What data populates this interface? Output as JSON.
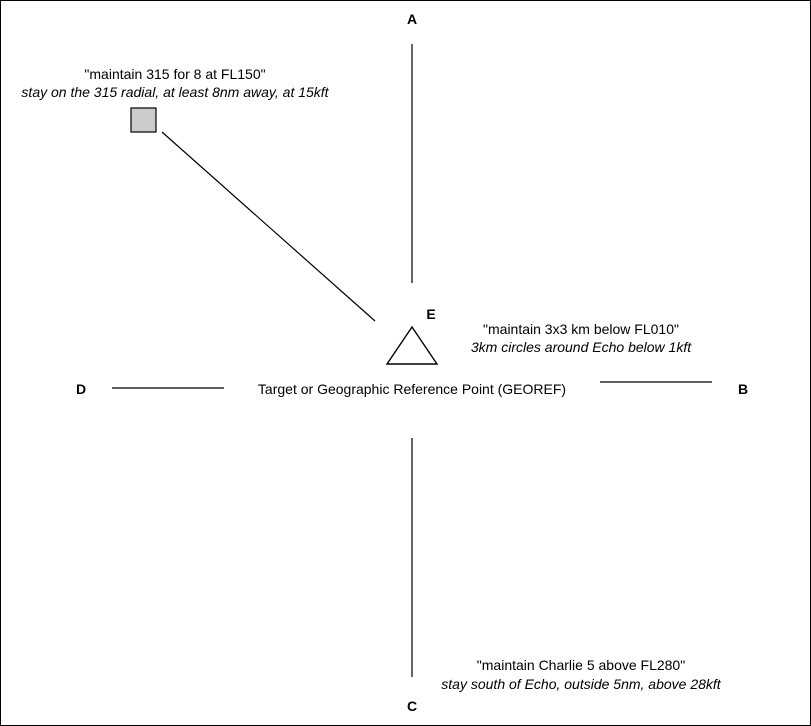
{
  "points": {
    "a": "A",
    "b": "B",
    "c": "C",
    "d": "D",
    "e": "E"
  },
  "center_label": "Target or Geographic Reference Point (GEOREF)",
  "instructions": {
    "northwest": {
      "quote": "\"maintain 315 for 8 at FL150\"",
      "meaning": "stay on the 315 radial, at least 8nm away, at 15kft"
    },
    "echo": {
      "quote": "\"maintain 3x3 km below FL010\"",
      "meaning": "3km circles around Echo below 1kft"
    },
    "charlie": {
      "quote": "\"maintain Charlie 5 above FL280\"",
      "meaning": "stay south of Echo, outside 5nm, above 28kft"
    }
  },
  "colors": {
    "line": "#000000",
    "square_fill": "#cccccc",
    "background": "#ffffff"
  }
}
